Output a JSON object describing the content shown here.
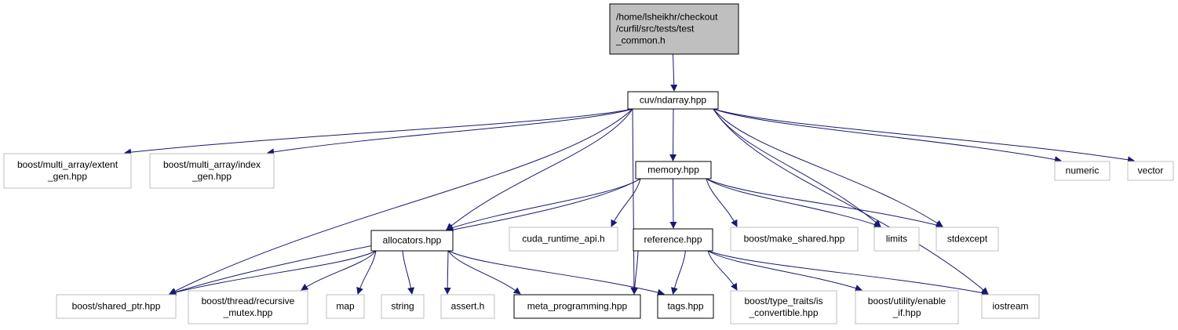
{
  "colors": {
    "edge": "#191970",
    "root_fill": "#bfbfbf",
    "project_border": "#000000",
    "external_border": "#bfbfbf",
    "text": "#000000",
    "background": "#ffffff"
  },
  "nodes": {
    "root": {
      "lines": [
        "/home/lsheikhr/checkout",
        "/curfil/src/tests/test",
        "_common.h"
      ],
      "kind": "root"
    },
    "ndarray": {
      "lines": [
        "cuv/ndarray.hpp"
      ],
      "kind": "project"
    },
    "extent_gen": {
      "lines": [
        "boost/multi_array/extent",
        "_gen.hpp"
      ],
      "kind": "external"
    },
    "index_gen": {
      "lines": [
        "boost/multi_array/index",
        "_gen.hpp"
      ],
      "kind": "external"
    },
    "memory": {
      "lines": [
        "memory.hpp"
      ],
      "kind": "project"
    },
    "numeric": {
      "lines": [
        "numeric"
      ],
      "kind": "external"
    },
    "vector": {
      "lines": [
        "vector"
      ],
      "kind": "external"
    },
    "allocators": {
      "lines": [
        "allocators.hpp"
      ],
      "kind": "project"
    },
    "cuda_runtime": {
      "lines": [
        "cuda_runtime_api.h"
      ],
      "kind": "external"
    },
    "reference": {
      "lines": [
        "reference.hpp"
      ],
      "kind": "project"
    },
    "make_shared": {
      "lines": [
        "boost/make_shared.hpp"
      ],
      "kind": "external"
    },
    "limits": {
      "lines": [
        "limits"
      ],
      "kind": "external"
    },
    "stdexcept": {
      "lines": [
        "stdexcept"
      ],
      "kind": "external"
    },
    "shared_ptr": {
      "lines": [
        "boost/shared_ptr.hpp"
      ],
      "kind": "external"
    },
    "recursive_mutex": {
      "lines": [
        "boost/thread/recursive",
        "_mutex.hpp"
      ],
      "kind": "external"
    },
    "map": {
      "lines": [
        "map"
      ],
      "kind": "external"
    },
    "string": {
      "lines": [
        "string"
      ],
      "kind": "external"
    },
    "assert": {
      "lines": [
        "assert.h"
      ],
      "kind": "external"
    },
    "meta_programming": {
      "lines": [
        "meta_programming.hpp"
      ],
      "kind": "project"
    },
    "tags": {
      "lines": [
        "tags.hpp"
      ],
      "kind": "project"
    },
    "is_convertible": {
      "lines": [
        "boost/type_traits/is",
        "_convertible.hpp"
      ],
      "kind": "external"
    },
    "enable_if": {
      "lines": [
        "boost/utility/enable",
        "_if.hpp"
      ],
      "kind": "external"
    },
    "iostream": {
      "lines": [
        "iostream"
      ],
      "kind": "external"
    }
  },
  "edges": [
    [
      "root",
      "ndarray"
    ],
    [
      "ndarray",
      "extent_gen"
    ],
    [
      "ndarray",
      "index_gen"
    ],
    [
      "ndarray",
      "memory"
    ],
    [
      "ndarray",
      "numeric"
    ],
    [
      "ndarray",
      "vector"
    ],
    [
      "ndarray",
      "shared_ptr"
    ],
    [
      "ndarray",
      "allocators"
    ],
    [
      "ndarray",
      "meta_programming"
    ],
    [
      "ndarray",
      "limits"
    ],
    [
      "ndarray",
      "stdexcept"
    ],
    [
      "ndarray",
      "iostream"
    ],
    [
      "memory",
      "shared_ptr"
    ],
    [
      "memory",
      "allocators"
    ],
    [
      "memory",
      "cuda_runtime"
    ],
    [
      "memory",
      "reference"
    ],
    [
      "memory",
      "make_shared"
    ],
    [
      "memory",
      "limits"
    ],
    [
      "memory",
      "stdexcept"
    ],
    [
      "allocators",
      "shared_ptr"
    ],
    [
      "allocators",
      "recursive_mutex"
    ],
    [
      "allocators",
      "map"
    ],
    [
      "allocators",
      "string"
    ],
    [
      "allocators",
      "assert"
    ],
    [
      "allocators",
      "meta_programming"
    ],
    [
      "allocators",
      "tags"
    ],
    [
      "reference",
      "meta_programming"
    ],
    [
      "reference",
      "tags"
    ],
    [
      "reference",
      "is_convertible"
    ],
    [
      "reference",
      "enable_if"
    ],
    [
      "reference",
      "iostream"
    ]
  ]
}
